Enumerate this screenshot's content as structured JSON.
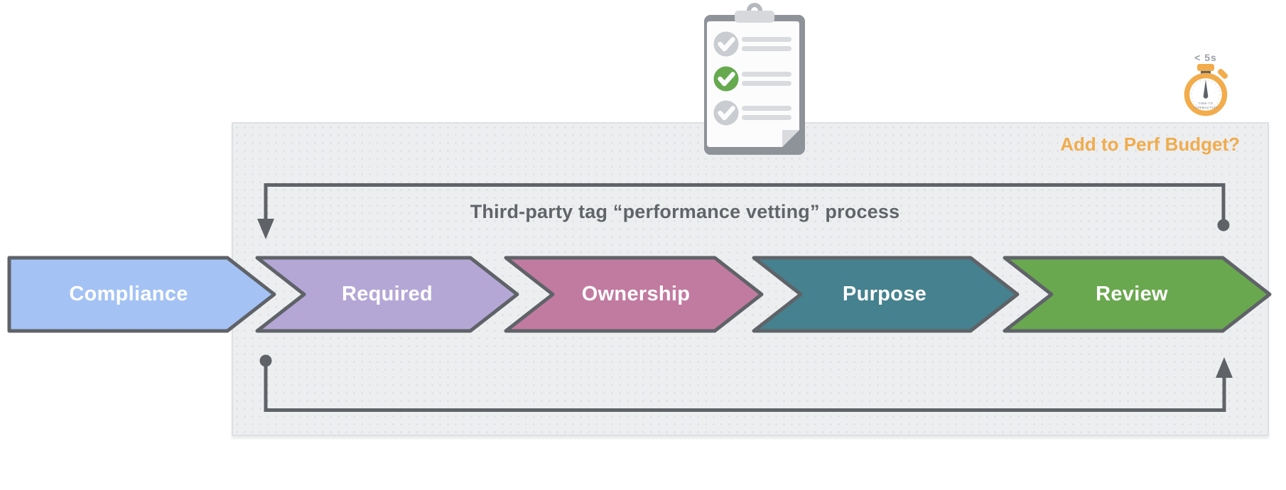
{
  "diagram": {
    "title": "Third-party tag “performance vetting” process",
    "perf_budget_question": "Add to Perf Budget?",
    "stopwatch": {
      "caption": "< 5s",
      "face_line1": "TIME-TO",
      "face_line2": "INTERACTIVE",
      "ring_color": "#F2AC4B"
    },
    "steps": [
      {
        "label": "Compliance",
        "color": "#A4C2F4"
      },
      {
        "label": "Required",
        "color": "#B4A7D6"
      },
      {
        "label": "Ownership",
        "color": "#C27BA0"
      },
      {
        "label": "Purpose",
        "color": "#45818E"
      },
      {
        "label": "Review",
        "color": "#6AA84F"
      }
    ],
    "icons": [
      "checklist-clipboard-icon",
      "stopwatch-icon"
    ],
    "colors": {
      "outline": "#5F6368",
      "accent_orange": "#F0AC4C",
      "panel_background": "#EDEEF0",
      "check_done_green": "#67A94F",
      "check_pending_gray": "#C9CCD0"
    }
  }
}
